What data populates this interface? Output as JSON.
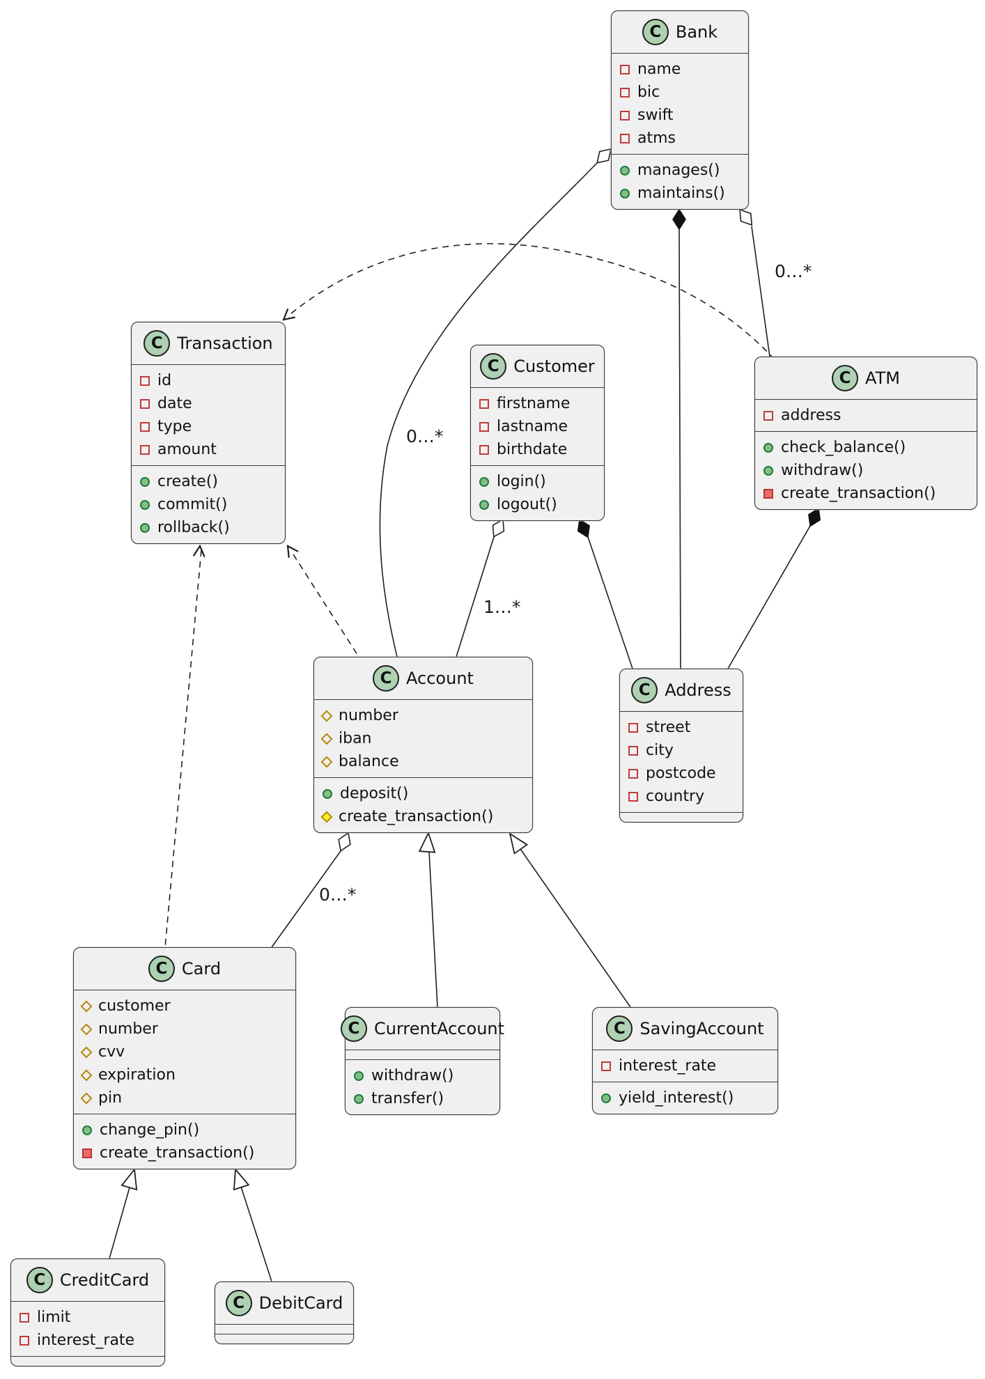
{
  "diagram": {
    "type": "uml-class-diagram",
    "colors": {
      "class_fill": "#F0F0F0",
      "class_border": "#3A3A3A",
      "class_icon_fill": "#ADD1B2",
      "public_green": "#84BE84",
      "private_red": "#C13B3B",
      "protected_gold": "#B8860B",
      "protected_method_yellow": "#FFF027"
    },
    "classes": [
      {
        "id": "bank",
        "name": "Bank",
        "stereotype": "C",
        "attributes": [
          {
            "visibility": "private",
            "kind": "field",
            "label": "name"
          },
          {
            "visibility": "private",
            "kind": "field",
            "label": "bic"
          },
          {
            "visibility": "private",
            "kind": "field",
            "label": "swift"
          },
          {
            "visibility": "private",
            "kind": "field",
            "label": "atms"
          }
        ],
        "methods": [
          {
            "visibility": "public",
            "kind": "method",
            "label": "manages()"
          },
          {
            "visibility": "public",
            "kind": "method",
            "label": "maintains()"
          }
        ]
      },
      {
        "id": "transaction",
        "name": "Transaction",
        "stereotype": "C",
        "attributes": [
          {
            "visibility": "private",
            "kind": "field",
            "label": "id"
          },
          {
            "visibility": "private",
            "kind": "field",
            "label": "date"
          },
          {
            "visibility": "private",
            "kind": "field",
            "label": "type"
          },
          {
            "visibility": "private",
            "kind": "field",
            "label": "amount"
          }
        ],
        "methods": [
          {
            "visibility": "public",
            "kind": "method",
            "label": "create()"
          },
          {
            "visibility": "public",
            "kind": "method",
            "label": "commit()"
          },
          {
            "visibility": "public",
            "kind": "method",
            "label": "rollback()"
          }
        ]
      },
      {
        "id": "customer",
        "name": "Customer",
        "stereotype": "C",
        "attributes": [
          {
            "visibility": "private",
            "kind": "field",
            "label": "firstname"
          },
          {
            "visibility": "private",
            "kind": "field",
            "label": "lastname"
          },
          {
            "visibility": "private",
            "kind": "field",
            "label": "birthdate"
          }
        ],
        "methods": [
          {
            "visibility": "public",
            "kind": "method",
            "label": "login()"
          },
          {
            "visibility": "public",
            "kind": "method",
            "label": "logout()"
          }
        ]
      },
      {
        "id": "atm",
        "name": "ATM",
        "stereotype": "C",
        "attributes": [
          {
            "visibility": "private",
            "kind": "field",
            "label": "address"
          }
        ],
        "methods": [
          {
            "visibility": "public",
            "kind": "method",
            "label": "check_balance()"
          },
          {
            "visibility": "public",
            "kind": "method",
            "label": "withdraw()"
          },
          {
            "visibility": "private",
            "kind": "method",
            "label": "create_transaction()"
          }
        ]
      },
      {
        "id": "account",
        "name": "Account",
        "stereotype": "C",
        "attributes": [
          {
            "visibility": "protected",
            "kind": "field",
            "label": "number"
          },
          {
            "visibility": "protected",
            "kind": "field",
            "label": "iban"
          },
          {
            "visibility": "protected",
            "kind": "field",
            "label": "balance"
          }
        ],
        "methods": [
          {
            "visibility": "public",
            "kind": "method",
            "label": "deposit()"
          },
          {
            "visibility": "protected",
            "kind": "method",
            "label": "create_transaction()"
          }
        ]
      },
      {
        "id": "address",
        "name": "Address",
        "stereotype": "C",
        "attributes": [
          {
            "visibility": "private",
            "kind": "field",
            "label": "street"
          },
          {
            "visibility": "private",
            "kind": "field",
            "label": "city"
          },
          {
            "visibility": "private",
            "kind": "field",
            "label": "postcode"
          },
          {
            "visibility": "private",
            "kind": "field",
            "label": "country"
          }
        ],
        "methods": []
      },
      {
        "id": "card",
        "name": "Card",
        "stereotype": "C",
        "attributes": [
          {
            "visibility": "protected",
            "kind": "field",
            "label": "customer"
          },
          {
            "visibility": "protected",
            "kind": "field",
            "label": "number"
          },
          {
            "visibility": "protected",
            "kind": "field",
            "label": "cvv"
          },
          {
            "visibility": "protected",
            "kind": "field",
            "label": "expiration"
          },
          {
            "visibility": "protected",
            "kind": "field",
            "label": "pin"
          }
        ],
        "methods": [
          {
            "visibility": "public",
            "kind": "method",
            "label": "change_pin()"
          },
          {
            "visibility": "private",
            "kind": "method",
            "label": "create_transaction()"
          }
        ]
      },
      {
        "id": "currentaccount",
        "name": "CurrentAccount",
        "stereotype": "C",
        "attributes": [],
        "methods": [
          {
            "visibility": "public",
            "kind": "method",
            "label": "withdraw()"
          },
          {
            "visibility": "public",
            "kind": "method",
            "label": "transfer()"
          }
        ]
      },
      {
        "id": "savingaccount",
        "name": "SavingAccount",
        "stereotype": "C",
        "attributes": [
          {
            "visibility": "private",
            "kind": "field",
            "label": "interest_rate"
          }
        ],
        "methods": [
          {
            "visibility": "public",
            "kind": "method",
            "label": "yield_interest()"
          }
        ]
      },
      {
        "id": "creditcard",
        "name": "CreditCard",
        "stereotype": "C",
        "attributes": [
          {
            "visibility": "private",
            "kind": "field",
            "label": "limit"
          },
          {
            "visibility": "private",
            "kind": "field",
            "label": "interest_rate"
          }
        ],
        "methods": []
      },
      {
        "id": "debitcard",
        "name": "DebitCard",
        "stereotype": "C",
        "attributes": [],
        "methods": []
      }
    ],
    "relationships": [
      {
        "from": "Bank",
        "to": "Account",
        "type": "aggregation",
        "multiplicity": "0…*"
      },
      {
        "from": "Bank",
        "to": "Address",
        "type": "composition",
        "multiplicity": ""
      },
      {
        "from": "Bank",
        "to": "ATM",
        "type": "aggregation",
        "multiplicity": "0…*"
      },
      {
        "from": "Customer",
        "to": "Account",
        "type": "aggregation",
        "multiplicity": "1…*"
      },
      {
        "from": "Customer",
        "to": "Address",
        "type": "composition",
        "multiplicity": ""
      },
      {
        "from": "ATM",
        "to": "Address",
        "type": "composition",
        "multiplicity": ""
      },
      {
        "from": "Account",
        "to": "Card",
        "type": "aggregation",
        "multiplicity": "0…*"
      },
      {
        "from": "CurrentAccount",
        "to": "Account",
        "type": "inheritance",
        "multiplicity": ""
      },
      {
        "from": "SavingAccount",
        "to": "Account",
        "type": "inheritance",
        "multiplicity": ""
      },
      {
        "from": "CreditCard",
        "to": "Card",
        "type": "inheritance",
        "multiplicity": ""
      },
      {
        "from": "DebitCard",
        "to": "Card",
        "type": "inheritance",
        "multiplicity": ""
      },
      {
        "from": "ATM",
        "to": "Transaction",
        "type": "dependency",
        "multiplicity": ""
      },
      {
        "from": "Account",
        "to": "Transaction",
        "type": "dependency",
        "multiplicity": ""
      },
      {
        "from": "Card",
        "to": "Transaction",
        "type": "dependency",
        "multiplicity": ""
      }
    ]
  }
}
